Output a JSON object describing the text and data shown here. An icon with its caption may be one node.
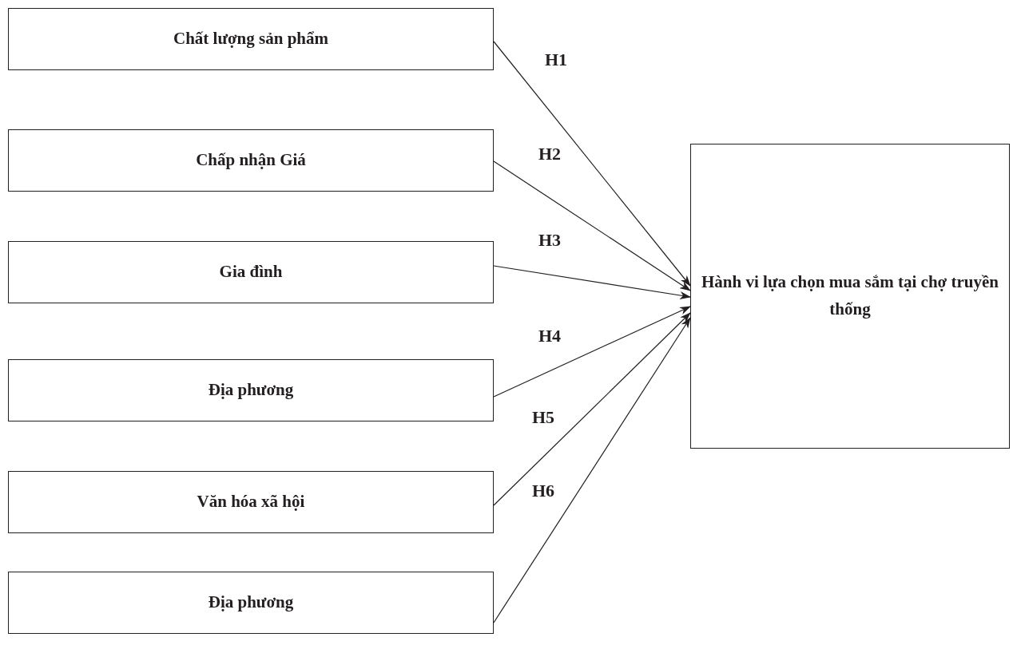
{
  "diagram": {
    "nodes": [
      {
        "text": [
          "Chất lượng sản phẩm"
        ]
      },
      {
        "text": [
          "Chấp nhận Giá"
        ]
      },
      {
        "text": [
          "Gia đình"
        ]
      },
      {
        "text": [
          "Địa phương"
        ]
      },
      {
        "text": [
          "Văn hóa xã hội"
        ]
      },
      {
        "text": [
          "Địa phương"
        ]
      },
      {
        "text": [
          "Hành vi lựa chọn mua sắm tại chợ truyền thống"
        ]
      }
    ],
    "edges": [
      {
        "from": 0,
        "to": 6,
        "arrow": "to",
        "label": "H1"
      },
      {
        "from": 1,
        "to": 6,
        "arrow": "to",
        "label": "H2"
      },
      {
        "from": 2,
        "to": 6,
        "arrow": "to",
        "label": "H3"
      },
      {
        "from": 3,
        "to": 6,
        "arrow": "to",
        "label": "H4"
      },
      {
        "from": 4,
        "to": 6,
        "arrow": "to",
        "label": "H5"
      },
      {
        "from": 5,
        "to": 6,
        "arrow": "to",
        "label": "H6"
      }
    ]
  }
}
